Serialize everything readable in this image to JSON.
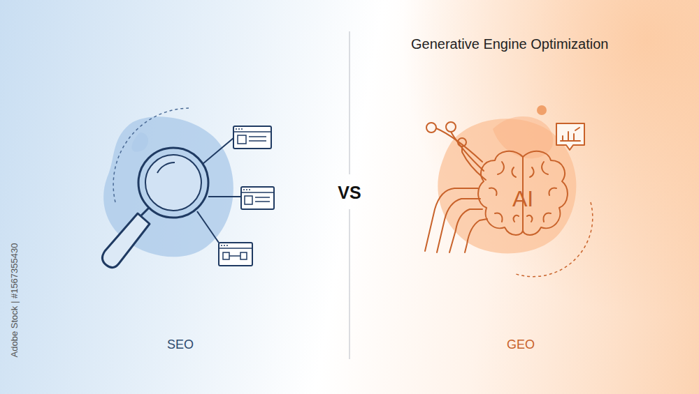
{
  "diagram": {
    "title": "Generative Engine Optimization",
    "labels": [
      "VS",
      "AI",
      "SEO",
      "GEO",
      "Adobe Stock | #1567355430"
    ]
  }
}
